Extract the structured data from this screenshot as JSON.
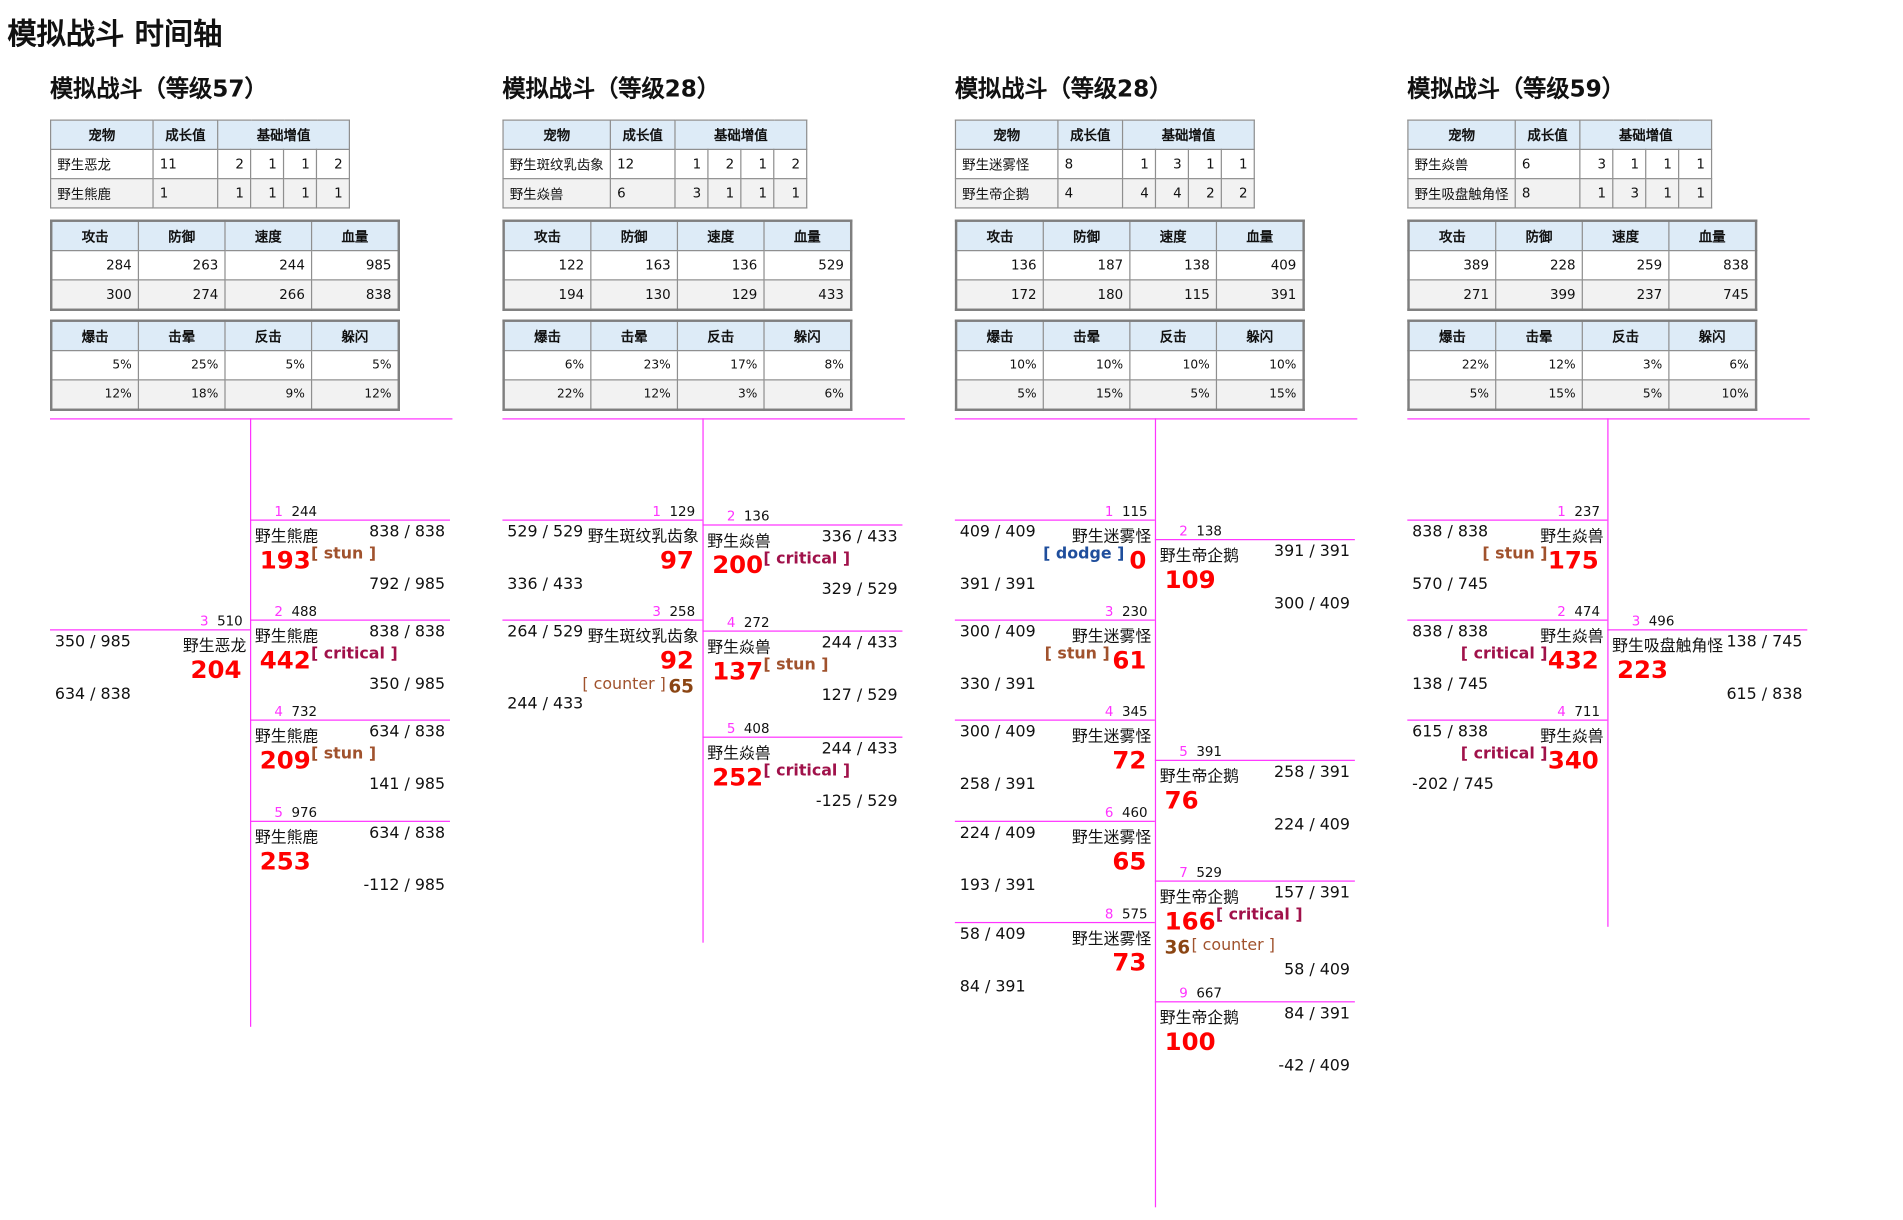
{
  "page_title": "模拟战斗 时间轴",
  "headers": {
    "pet": "宠物",
    "growth": "成长值",
    "base_inc": "基础增值",
    "atk": "攻击",
    "def": "防御",
    "spd": "速度",
    "hp": "血量",
    "crit": "爆击",
    "stun": "击晕",
    "counter": "反击",
    "dodge": "躲闪"
  },
  "sims": [
    {
      "title": "模拟战斗（等级57）",
      "pets": [
        {
          "name": "野生恶龙",
          "growth": "11",
          "base": [
            "2",
            "1",
            "1",
            "2"
          ]
        },
        {
          "name": "野生熊鹿",
          "growth": "1",
          "base": [
            "1",
            "1",
            "1",
            "1"
          ]
        }
      ],
      "stats": [
        [
          "284",
          "263",
          "244",
          "985"
        ],
        [
          "300",
          "274",
          "266",
          "838"
        ]
      ],
      "rates": [
        [
          "5%",
          "25%",
          "5%",
          "5%"
        ],
        [
          "12%",
          "18%",
          "9%",
          "12%"
        ]
      ],
      "events": [
        {
          "no": "1",
          "time": "244",
          "name": "野生熊鹿",
          "hp": "838 / 838",
          "dmg": "193",
          "tag": "[ stun ]",
          "tag_type": "stun",
          "target_hp": "792 / 985"
        },
        {
          "no": "2",
          "time": "488",
          "name": "野生熊鹿",
          "hp": "838 / 838",
          "dmg": "442",
          "tag": "[ critical ]",
          "tag_type": "critical",
          "target_hp": "350 / 985"
        },
        {
          "no": "3",
          "time": "510",
          "name": "野生恶龙",
          "hp": "350 / 985",
          "dmg": "204",
          "target_hp": "634 / 838"
        },
        {
          "no": "4",
          "time": "732",
          "name": "野生熊鹿",
          "hp": "634 / 838",
          "dmg": "209",
          "tag": "[ stun ]",
          "tag_type": "stun",
          "target_hp": "141 / 985"
        },
        {
          "no": "5",
          "time": "976",
          "name": "野生熊鹿",
          "hp": "634 / 838",
          "dmg": "253",
          "target_hp": "-112 / 985"
        }
      ]
    },
    {
      "title": "模拟战斗（等级28）",
      "pets": [
        {
          "name": "野生斑纹乳齿象",
          "growth": "12",
          "base": [
            "1",
            "2",
            "1",
            "2"
          ]
        },
        {
          "name": "野生焱兽",
          "growth": "6",
          "base": [
            "3",
            "1",
            "1",
            "1"
          ]
        }
      ],
      "stats": [
        [
          "122",
          "163",
          "136",
          "529"
        ],
        [
          "194",
          "130",
          "129",
          "433"
        ]
      ],
      "rates": [
        [
          "6%",
          "23%",
          "17%",
          "8%"
        ],
        [
          "22%",
          "12%",
          "3%",
          "6%"
        ]
      ],
      "events": [
        {
          "no": "1",
          "time": "129",
          "name": "野生斑纹乳齿象",
          "hp": "529 / 529",
          "dmg": "97",
          "target_hp": "336 / 433"
        },
        {
          "no": "2",
          "time": "136",
          "name": "野生焱兽",
          "hp": "336 / 433",
          "dmg": "200",
          "tag": "[ critical ]",
          "tag_type": "critical",
          "target_hp": "329 / 529"
        },
        {
          "no": "3",
          "time": "258",
          "name": "野生斑纹乳齿象",
          "hp": "264 / 529",
          "dmg": "92",
          "counter_label": "[ counter ]",
          "counter_dmg": "65",
          "target_hp": "244 / 433"
        },
        {
          "no": "4",
          "time": "272",
          "name": "野生焱兽",
          "hp": "244 / 433",
          "dmg": "137",
          "tag": "[ stun ]",
          "tag_type": "stun",
          "target_hp": "127 / 529"
        },
        {
          "no": "5",
          "time": "408",
          "name": "野生焱兽",
          "hp": "244 / 433",
          "dmg": "252",
          "tag": "[ critical ]",
          "tag_type": "critical",
          "target_hp": "-125 / 529"
        }
      ]
    },
    {
      "title": "模拟战斗（等级28）",
      "pets": [
        {
          "name": "野生迷雾怪",
          "growth": "8",
          "base": [
            "1",
            "3",
            "1",
            "1"
          ]
        },
        {
          "name": "野生帝企鹅",
          "growth": "4",
          "base": [
            "4",
            "4",
            "2",
            "2"
          ]
        }
      ],
      "stats": [
        [
          "136",
          "187",
          "138",
          "409"
        ],
        [
          "172",
          "180",
          "115",
          "391"
        ]
      ],
      "rates": [
        [
          "10%",
          "10%",
          "10%",
          "10%"
        ],
        [
          "5%",
          "15%",
          "5%",
          "15%"
        ]
      ],
      "events": [
        {
          "no": "1",
          "time": "115",
          "name": "野生迷雾怪",
          "hp": "409 / 409",
          "dmg": "0",
          "tag": "[ dodge ]",
          "tag_type": "dodge",
          "target_hp": "391 / 391"
        },
        {
          "no": "2",
          "time": "138",
          "name": "野生帝企鹅",
          "hp": "391 / 391",
          "dmg": "109",
          "target_hp": "300 / 409"
        },
        {
          "no": "3",
          "time": "230",
          "name": "野生迷雾怪",
          "hp": "300 / 409",
          "dmg": "61",
          "tag": "[ stun ]",
          "tag_type": "stun",
          "target_hp": "330 / 391"
        },
        {
          "no": "4",
          "time": "345",
          "name": "野生迷雾怪",
          "hp": "300 / 409",
          "dmg": "72",
          "target_hp": "258 / 391"
        },
        {
          "no": "5",
          "time": "391",
          "name": "野生帝企鹅",
          "hp": "258 / 391",
          "dmg": "76",
          "target_hp": "224 / 409"
        },
        {
          "no": "6",
          "time": "460",
          "name": "野生迷雾怪",
          "hp": "224 / 409",
          "dmg": "65",
          "target_hp": "193 / 391"
        },
        {
          "no": "7",
          "time": "529",
          "name": "野生帝企鹅",
          "hp": "157 / 391",
          "dmg": "166",
          "tag": "[ critical ]",
          "tag_type": "critical",
          "counter_dmg": "36",
          "counter_label": "[ counter ]",
          "target_hp": "58 / 409"
        },
        {
          "no": "8",
          "time": "575",
          "name": "野生迷雾怪",
          "hp": "58 / 409",
          "dmg": "73",
          "target_hp": "84 / 391"
        },
        {
          "no": "9",
          "time": "667",
          "name": "野生帝企鹅",
          "hp": "84 / 391",
          "dmg": "100",
          "target_hp": "-42 / 409"
        }
      ]
    },
    {
      "title": "模拟战斗（等级59）",
      "pets": [
        {
          "name": "野生焱兽",
          "growth": "6",
          "base": [
            "3",
            "1",
            "1",
            "1"
          ]
        },
        {
          "name": "野生吸盘触角怪",
          "growth": "8",
          "base": [
            "1",
            "3",
            "1",
            "1"
          ]
        }
      ],
      "stats": [
        [
          "389",
          "228",
          "259",
          "838"
        ],
        [
          "271",
          "399",
          "237",
          "745"
        ]
      ],
      "rates": [
        [
          "22%",
          "12%",
          "3%",
          "6%"
        ],
        [
          "5%",
          "15%",
          "5%",
          "10%"
        ]
      ],
      "events": [
        {
          "no": "1",
          "time": "237",
          "name": "野生焱兽",
          "hp": "838 / 838",
          "dmg": "175",
          "tag": "[ stun ]",
          "tag_type": "stun",
          "target_hp": "570 / 745"
        },
        {
          "no": "2",
          "time": "474",
          "name": "野生焱兽",
          "hp": "838 / 838",
          "dmg": "432",
          "tag": "[ critical ]",
          "tag_type": "critical",
          "target_hp": "138 / 745"
        },
        {
          "no": "3",
          "time": "496",
          "name": "野生吸盘触角怪",
          "hp": "138 / 745",
          "dmg": "223",
          "target_hp": "615 / 838"
        },
        {
          "no": "4",
          "time": "711",
          "name": "野生焱兽",
          "hp": "615 / 838",
          "dmg": "340",
          "tag": "[ critical ]",
          "tag_type": "critical",
          "target_hp": "-202 / 745"
        }
      ]
    }
  ]
}
